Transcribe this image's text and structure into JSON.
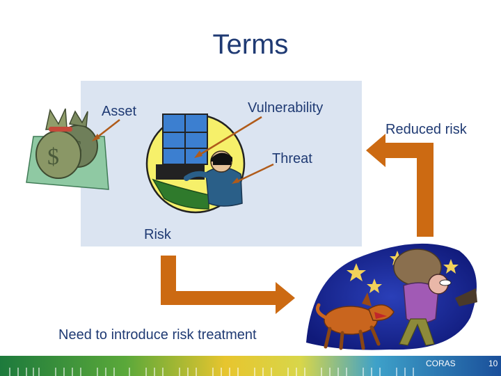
{
  "slide": {
    "title": "Terms",
    "labels": {
      "asset": "Asset",
      "vulnerability": "Vulnerability",
      "threat": "Threat",
      "risk": "Risk",
      "reduced_risk": "Reduced risk",
      "treatment": "Need to introduce risk treatment"
    }
  },
  "footer": {
    "organization": "CORAS",
    "page_number": "10"
  },
  "icons": {
    "asset": "money-bags-icon",
    "vulnerability_threat": "burglar-window-icon",
    "risk_treatment": "burglar-chased-by-dog-icon"
  },
  "colors": {
    "title": "#1f3a73",
    "text": "#1f3a73",
    "panel": "#dbe4f1",
    "arrow": "#cc6a12",
    "pointer": "#b05b1a"
  }
}
